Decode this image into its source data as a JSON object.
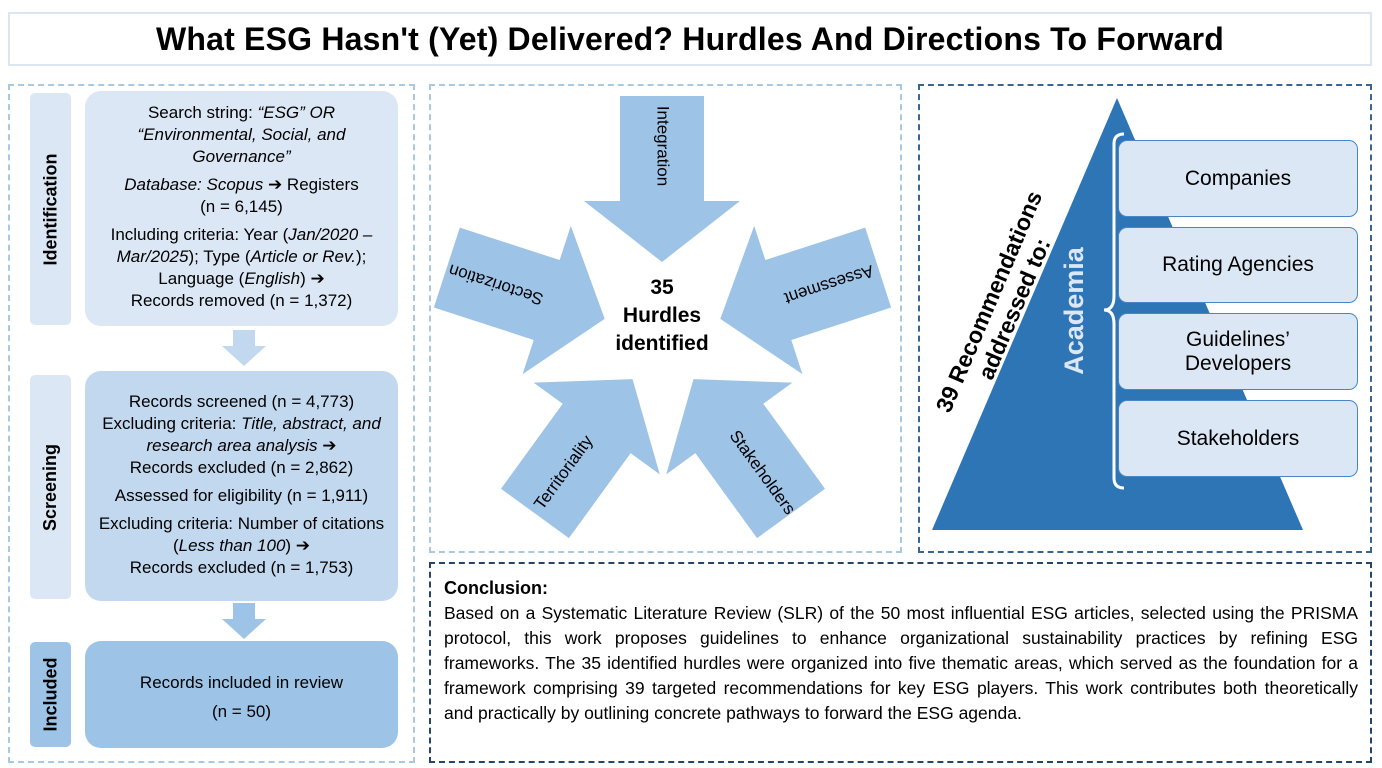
{
  "title": "What ESG Hasn't (Yet) Delivered? Hurdles And Directions To Forward",
  "prisma": {
    "stages": {
      "identification": "Identification",
      "screening": "Screening",
      "included": "Included"
    },
    "identification": {
      "search_prefix": "Search string: ",
      "search_terms": "“ESG” OR “Environmental, Social, and Governance”",
      "database": "Database: Scopus",
      "arrow": "➔",
      "registers": " Registers",
      "registers_n": "(n = 6,145)",
      "criteria_prefix": "Including criteria: Year (",
      "year_range": "Jan/2020 – Mar/2025",
      "type_prefix": "); Type (",
      "type_value": "Article or Rev.",
      "lang_prefix": "); Language (",
      "lang_value": "English",
      "lang_suffix": ") ➔",
      "removed": "Records removed (n = 1,372)"
    },
    "screening": {
      "screened": "Records screened (n = 4,773)",
      "excl1_prefix": "Excluding criteria: ",
      "excl1_value": "Title, abstract, and research area analysis ➔",
      "excluded1": "Records excluded  (n = 2,862)",
      "eligibility": "Assessed for eligibility (n = 1,911)",
      "excl2_prefix": "Excluding criteria: Number of citations (",
      "excl2_value": "Less than 100",
      "excl2_suffix": ") ➔",
      "excluded2": "Records excluded (n = 1,753)"
    },
    "included": {
      "line1": "Records included in review",
      "line2": "(n = 50)"
    }
  },
  "hurdles": {
    "center_number": "35",
    "center_line1": "Hurdles",
    "center_line2": "identified",
    "areas": {
      "integration": "Integration",
      "assessment": "Assessment",
      "stakeholders": "Stakeholders",
      "territoriality": "Territoriality",
      "sectorization": "Sectorization"
    }
  },
  "recommendations": {
    "line1": "39 Recommendations",
    "line2": "addressed to:",
    "apex": "Academia",
    "recipients": [
      "Companies",
      "Rating Agencies",
      "Guidelines’ Developers",
      "Stakeholders"
    ]
  },
  "conclusion": {
    "heading": "Conclusion:",
    "body": "Based on a Systematic Literature Review (SLR) of the 50 most influential ESG articles, selected using the PRISMA protocol, this work proposes guidelines to enhance organizational sustainability practices by refining ESG frameworks. The 35 identified hurdles were organized into five thematic areas, which served as the foundation for a framework comprising 39 targeted recommendations for key ESG players. This work contributes both theoretically and practically by outlining concrete pathways to forward the ESG agenda."
  },
  "colors": {
    "light_blue": "#dbe7f4",
    "mid_blue": "#9dc3e6",
    "arrow_blue": "#9dc3e6",
    "triangle_blue": "#2e75b6",
    "dark_border": "#24466a"
  }
}
